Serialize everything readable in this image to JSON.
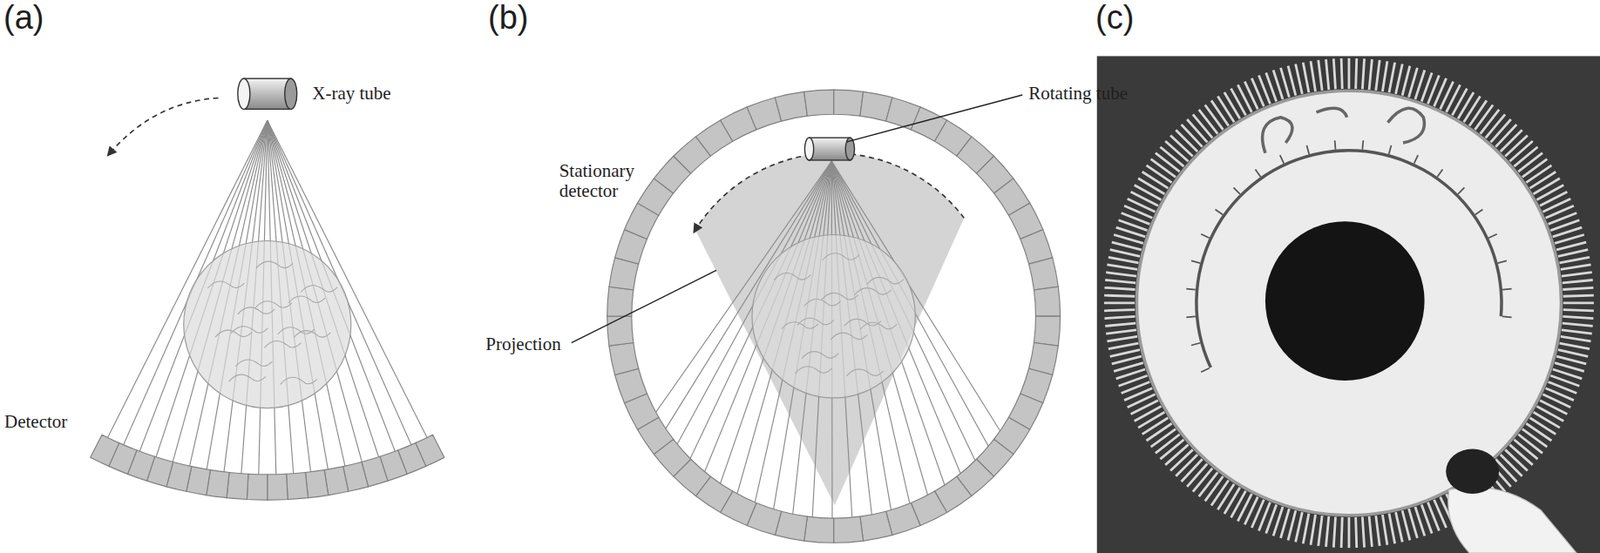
{
  "diagram": {
    "labels": [
      "(a)",
      "(b)",
      "(c)",
      "X-ray tube",
      "Detector",
      "Rotating tube",
      "Stationary detector",
      "Projection"
    ]
  }
}
